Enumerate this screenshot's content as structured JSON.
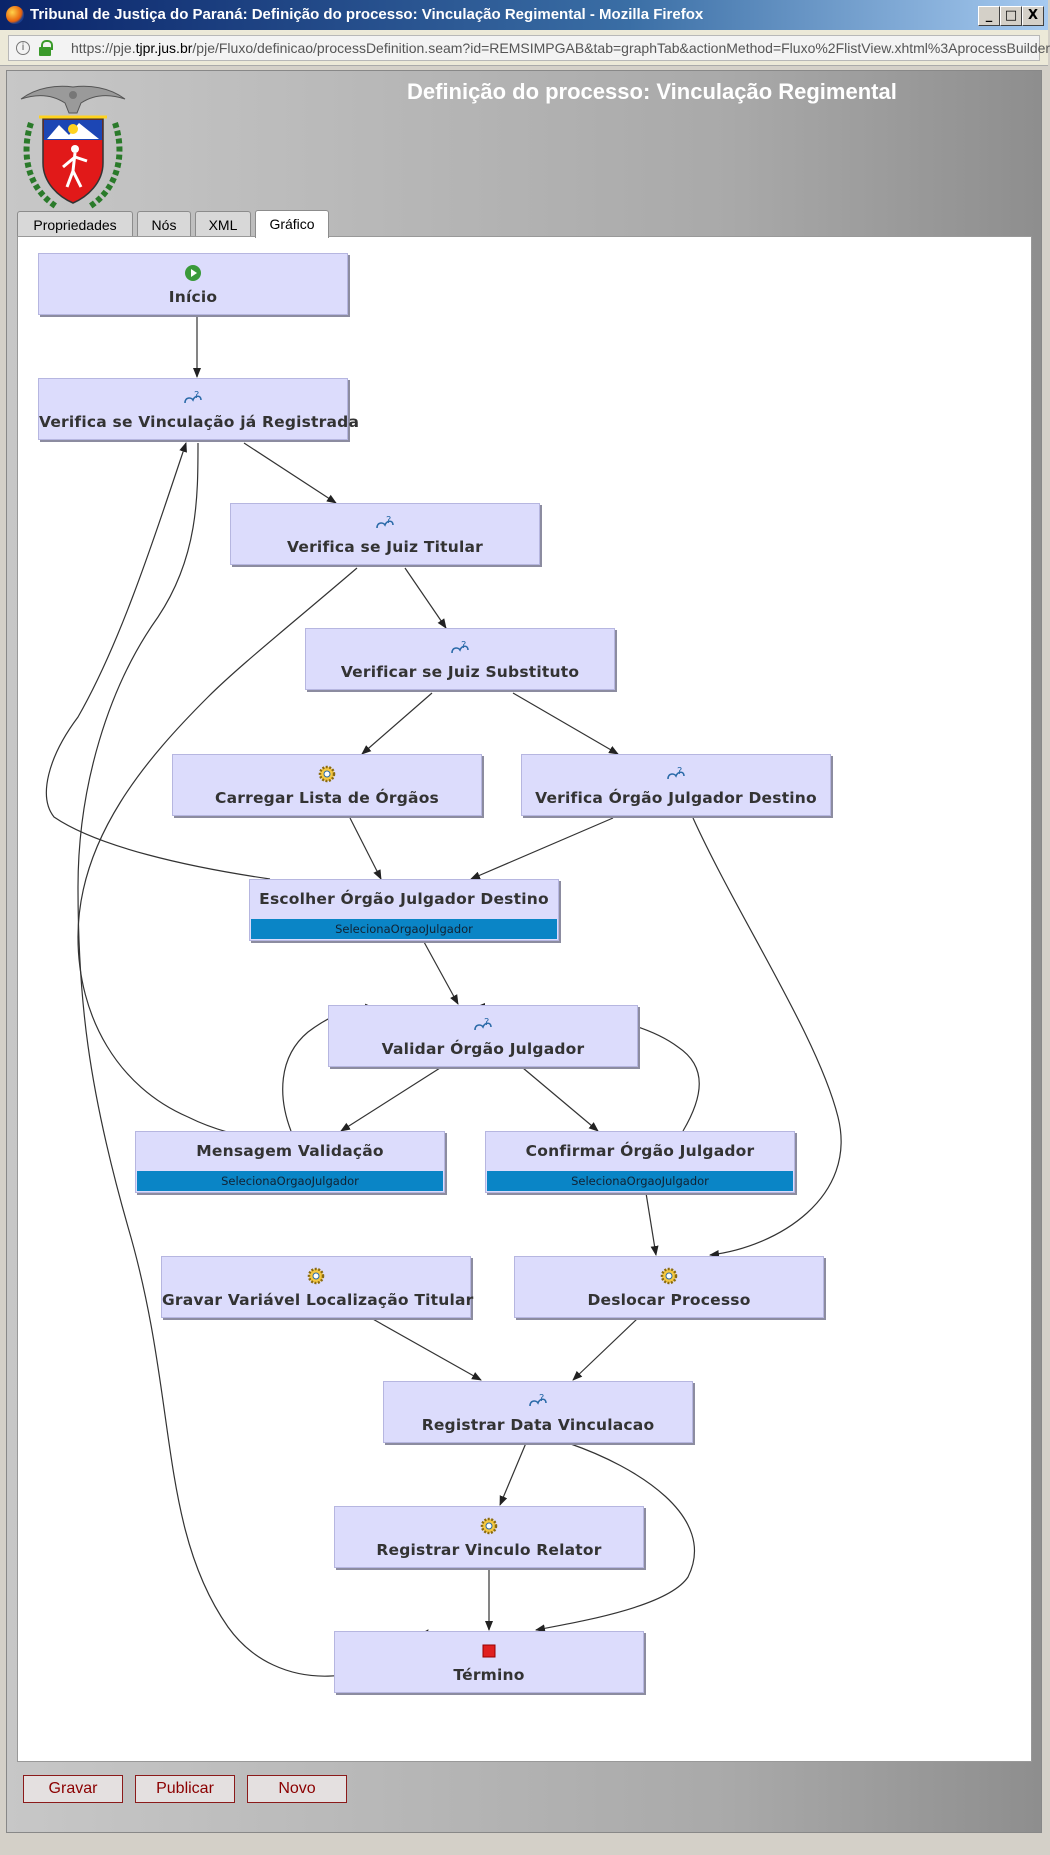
{
  "window": {
    "title": "Tribunal de Justiça do Paraná: Definição do processo: Vinculação Regimental - Mozilla Firefox",
    "url_prefix": "https://pje.",
    "url_domain": "tjpr.jus.br",
    "url_suffix": "/pje/Fluxo/definicao/processDefinition.seam?id=REMSIMPGAB&tab=graphTab&actionMethod=Fluxo%2FlistView.xhtml%3AprocessBuilder",
    "minimize": "_",
    "maximize": "□",
    "close": "X"
  },
  "header": {
    "title": "Definição do processo: Vinculação Regimental",
    "logo": "tjpr-coat-of-arms"
  },
  "tabs": [
    {
      "label": "Propriedades"
    },
    {
      "label": "Nós"
    },
    {
      "label": "XML"
    },
    {
      "label": "Gráfico",
      "active": true
    }
  ],
  "graph": {
    "nodes": [
      {
        "id": "inicio",
        "label": "Início",
        "icon": "start-icon"
      },
      {
        "id": "verif_vinc",
        "label": "Verifica se Vinculação já Registrada",
        "icon": "decision-icon"
      },
      {
        "id": "verif_titular",
        "label": "Verifica se Juiz Titular",
        "icon": "decision-icon"
      },
      {
        "id": "verif_subst",
        "label": "Verificar se Juiz Substituto",
        "icon": "decision-icon"
      },
      {
        "id": "carregar",
        "label": "Carregar Lista de Órgãos",
        "icon": "gear-icon"
      },
      {
        "id": "verif_destino",
        "label": "Verifica Órgão Julgador Destino",
        "icon": "decision-icon"
      },
      {
        "id": "escolher",
        "label": "Escolher Órgão Julgador Destino",
        "swimlane": "SelecionaOrgaoJulgador"
      },
      {
        "id": "validar",
        "label": "Validar Órgão Julgador",
        "icon": "decision-icon"
      },
      {
        "id": "mensagem",
        "label": "Mensagem Validação",
        "swimlane": "SelecionaOrgaoJulgador"
      },
      {
        "id": "confirmar",
        "label": "Confirmar Órgão Julgador",
        "swimlane": "SelecionaOrgaoJulgador"
      },
      {
        "id": "gravar_var",
        "label": "Gravar Variável Localização Titular",
        "icon": "gear-icon"
      },
      {
        "id": "deslocar",
        "label": "Deslocar Processo",
        "icon": "gear-icon"
      },
      {
        "id": "registrar_data",
        "label": "Registrar Data Vinculacao",
        "icon": "decision-icon"
      },
      {
        "id": "registrar_vinc",
        "label": "Registrar Vinculo Relator",
        "icon": "gear-icon"
      },
      {
        "id": "termino",
        "label": "Término",
        "icon": "end-icon"
      }
    ]
  },
  "buttons": {
    "gravar": "Gravar",
    "publicar": "Publicar",
    "novo": "Novo"
  },
  "colors": {
    "node_fill": "#dcdcfc",
    "swimlane": "#0a85c6",
    "button_text": "#8b0000"
  }
}
